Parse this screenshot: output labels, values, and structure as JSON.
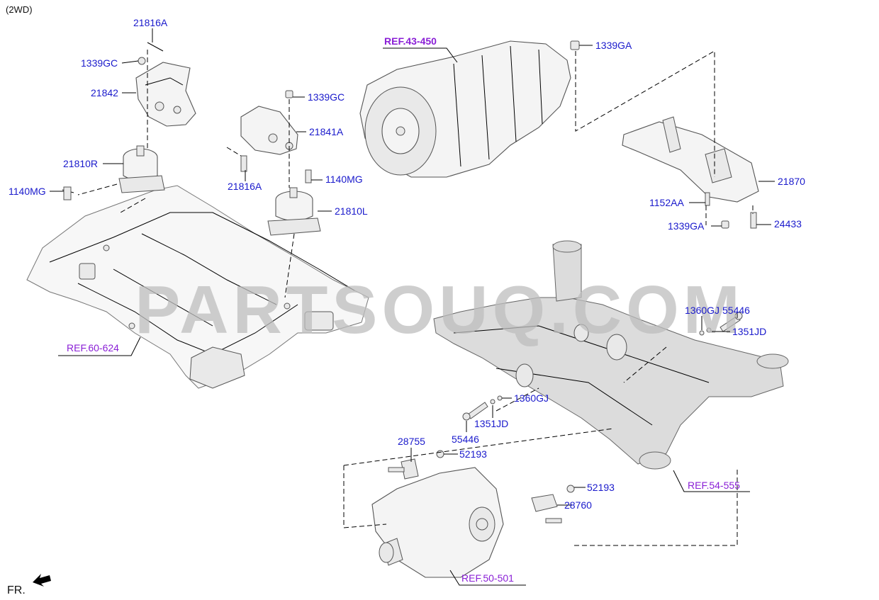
{
  "header": {
    "variant": "(2WD)"
  },
  "watermark": "PARTSOUQ.COM",
  "direction_label": "FR.",
  "colors": {
    "part_label": "#1a1acc",
    "ref_label": "#8a1fd6"
  },
  "labels": {
    "p21816A_top": "21816A",
    "p1339GC_left": "1339GC",
    "p21842": "21842",
    "p21810R": "21810R",
    "p1140MG_left": "1140MG",
    "p1339GC_mid": "1339GC",
    "p21841A": "21841A",
    "p21816A_mid": "21816A",
    "p1140MG_mid": "1140MG",
    "p21810L": "21810L",
    "ref43_450": "REF.43-450",
    "p1339GA_top": "1339GA",
    "p21870": "21870",
    "p1152AA": "1152AA",
    "p1339GA_bot": "1339GA",
    "p24433": "24433",
    "p55446_r": "55446",
    "p1360GJ_r": "1360GJ",
    "p1351JD_r": "1351JD",
    "ref60_624": "REF.60-624",
    "p1360GJ_l": "1360GJ",
    "p1351JD_l": "1351JD",
    "p55446_l": "55446",
    "p28755": "28755",
    "p52193_l": "52193",
    "ref54_555": "REF.54-555",
    "p52193_r": "52193",
    "p28760": "28760",
    "ref50_501": "REF.50-501"
  }
}
